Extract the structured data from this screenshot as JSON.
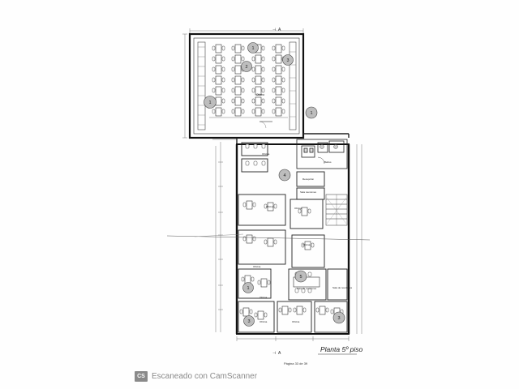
{
  "plan": {
    "title": "Planta 5º piso",
    "section_marker_top": "A",
    "section_marker_bottom": "A",
    "room_labels": {
      "oficina": "Oficina",
      "sala_reuniones": "Sala reuniones",
      "sala_de_reuniones": "Sala de reuniones",
      "recepcion": "Recepción",
      "banos": "Baños"
    },
    "zone_badges": [
      "1",
      "1",
      "2",
      "3",
      "1",
      "4",
      "5",
      "1",
      "3",
      "3"
    ]
  },
  "document": {
    "page_footer": "Página 33 de 39"
  },
  "watermark": {
    "logo": "CS",
    "text": "Escaneado con CamScanner"
  },
  "icons": {
    "logo": "camscanner-logo-icon"
  }
}
